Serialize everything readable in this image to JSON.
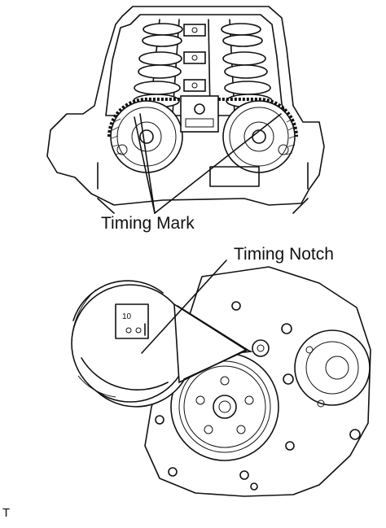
{
  "labels": {
    "timing_mark": "Timing Mark",
    "timing_notch": "Timing Notch"
  },
  "corner_code": "T"
}
